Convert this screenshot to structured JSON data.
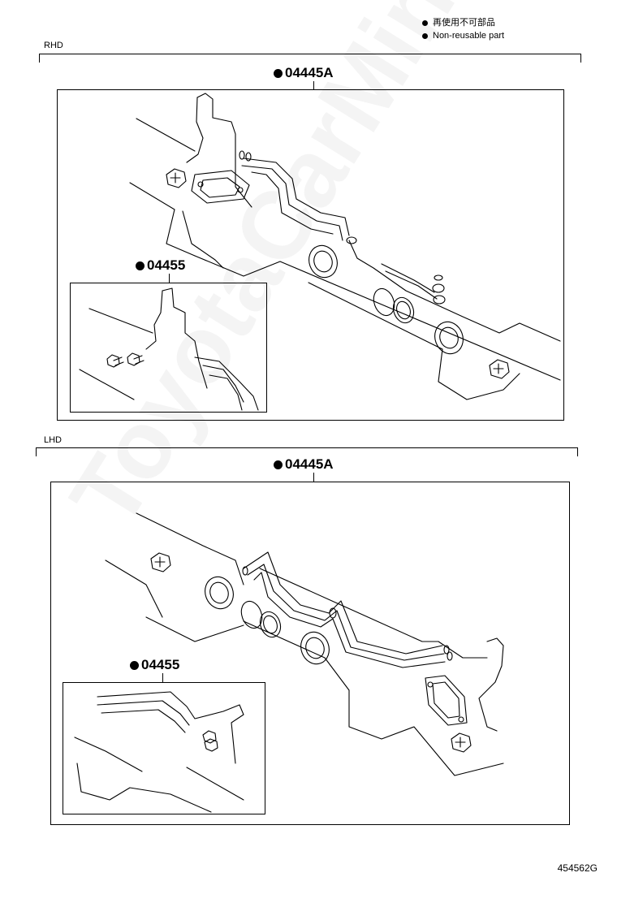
{
  "legend": {
    "ja": "再使用不可部品",
    "en": "Non-reusable part"
  },
  "sections": [
    {
      "label": "RHD",
      "kit_callout": "04445A",
      "sub_callout": "04455"
    },
    {
      "label": "LHD",
      "kit_callout": "04445A",
      "sub_callout": "04455"
    }
  ],
  "figure_id": "454562G",
  "watermark": "ToyotaCarMine.ru"
}
